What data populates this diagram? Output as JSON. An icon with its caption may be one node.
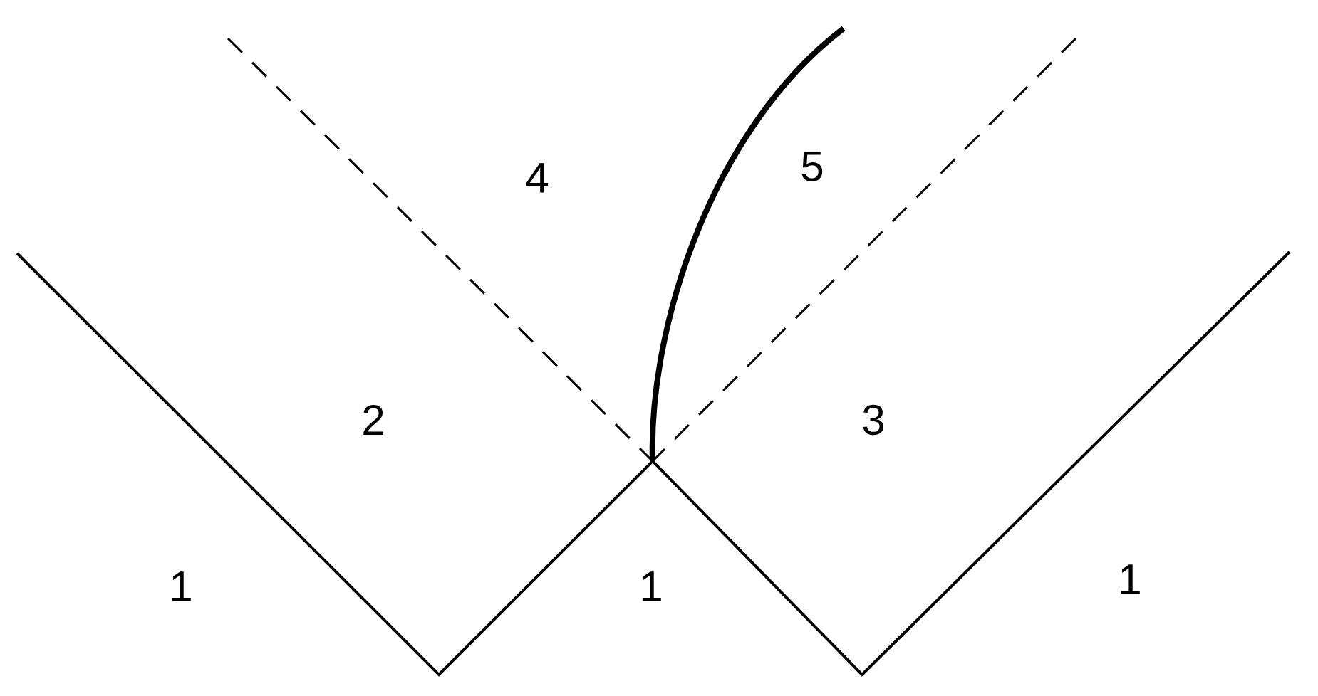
{
  "diagram": {
    "labels": [
      "4",
      "5",
      "2",
      "3",
      "1",
      "1",
      "1"
    ]
  }
}
